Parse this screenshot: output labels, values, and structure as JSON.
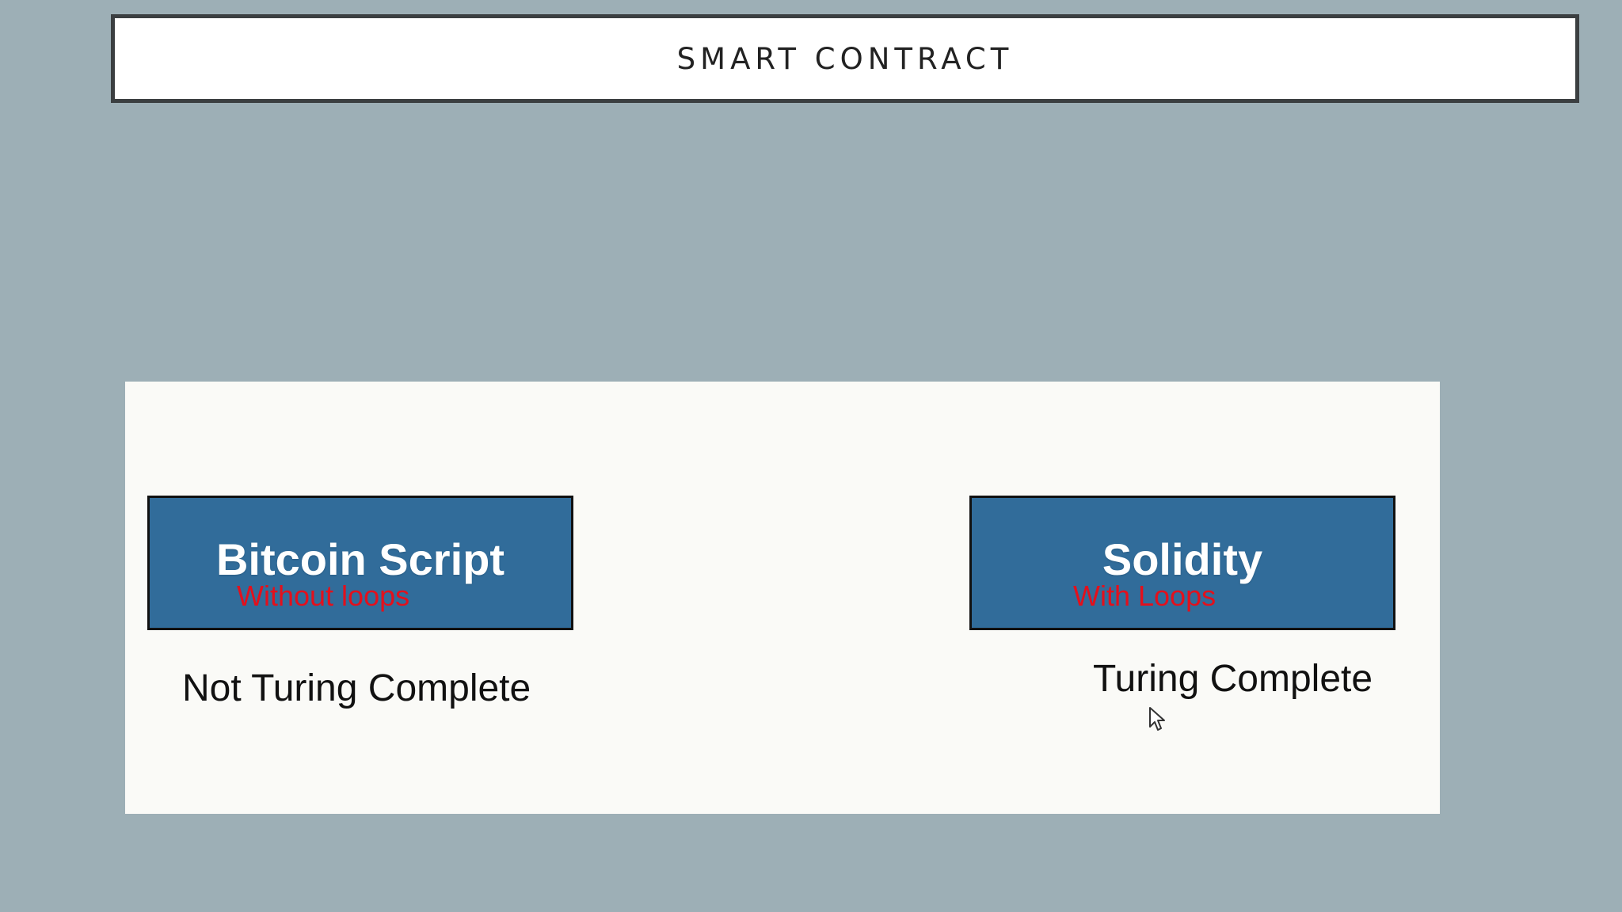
{
  "slide": {
    "title": "SMART CONTRACT"
  },
  "diagram": {
    "left": {
      "name": "Bitcoin Script",
      "note": "Without loops",
      "status": "Not Turing Complete"
    },
    "right": {
      "name": "Solidity",
      "note": "With Loops",
      "status": "Turing Complete"
    }
  },
  "colors": {
    "background": "#9dafb6",
    "box_fill": "#316c9a",
    "note_text": "#e3101c"
  },
  "icons": {
    "pointer": "mouse-cursor-icon"
  }
}
